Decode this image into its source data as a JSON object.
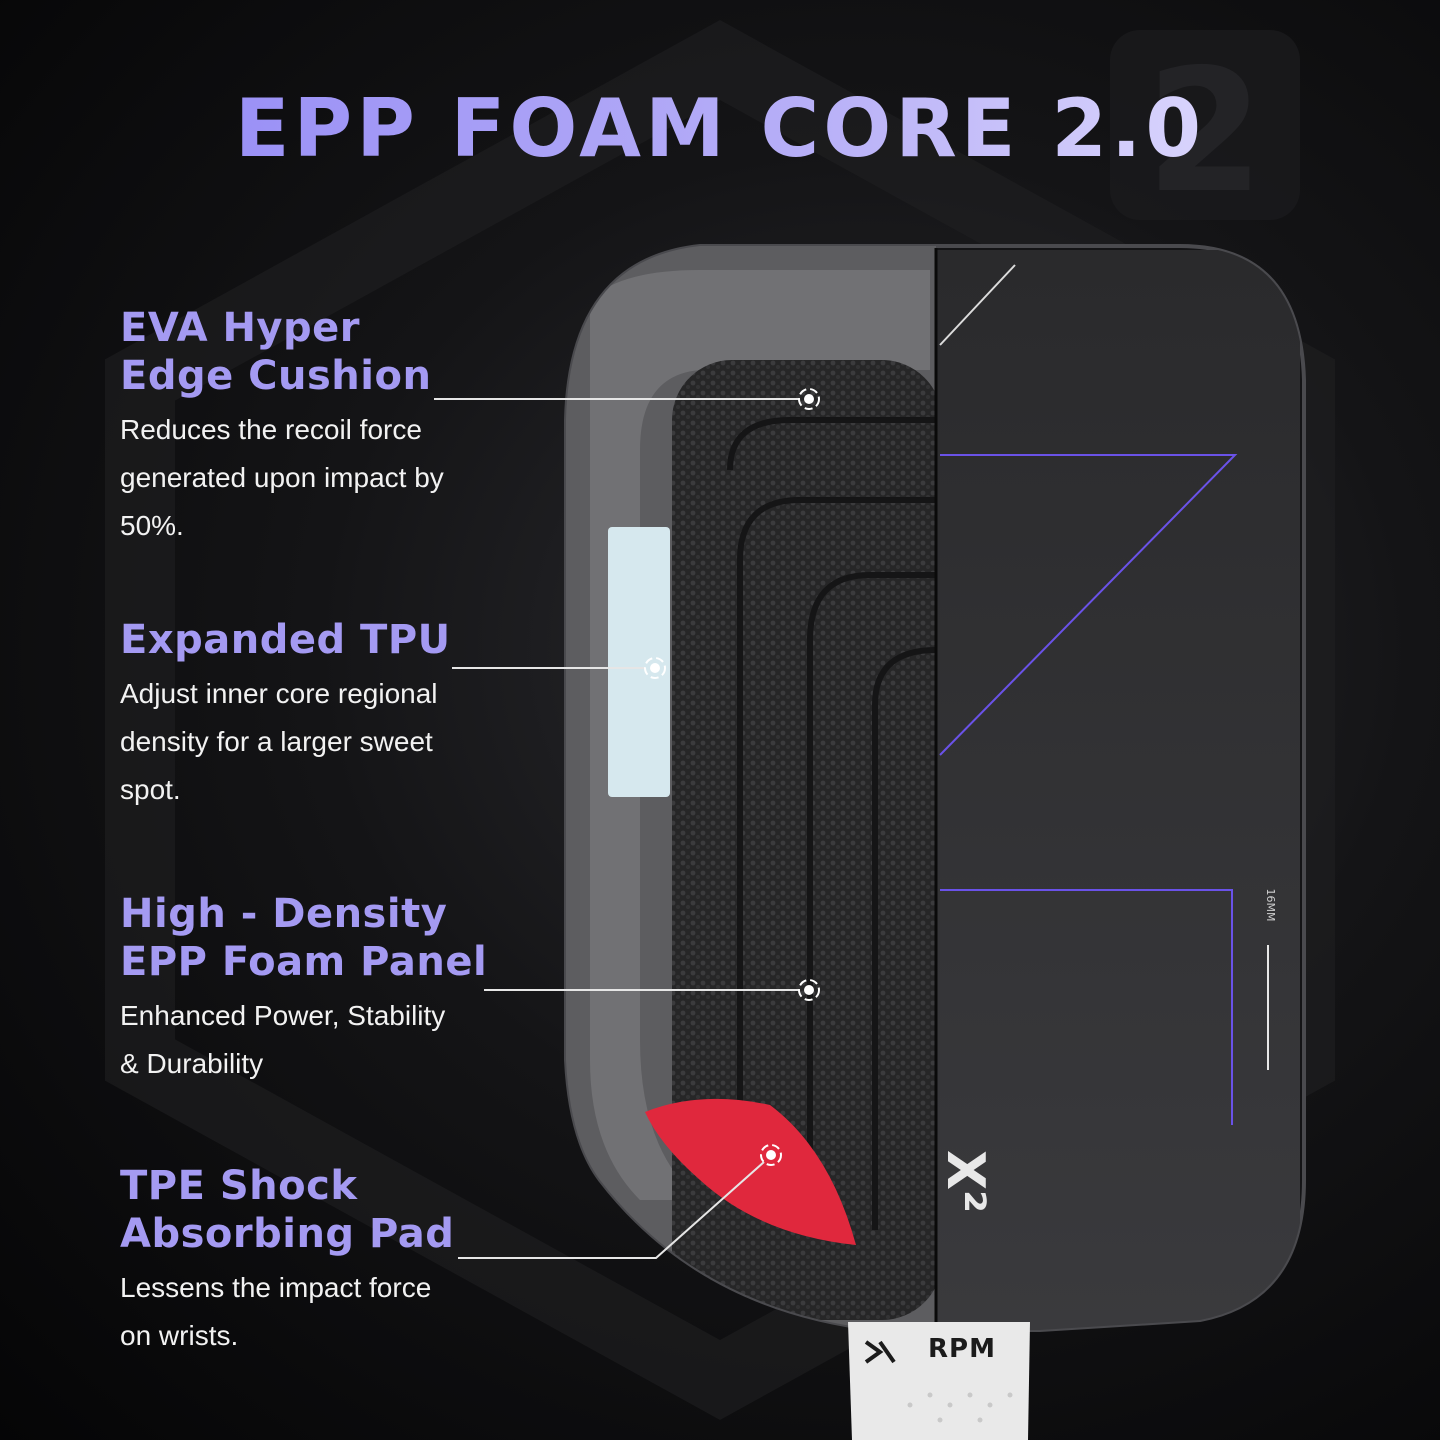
{
  "headline": "EPP FOAM CORE 2.0",
  "features": [
    {
      "title_lines": [
        "EVA Hyper",
        "Edge Cushion"
      ],
      "description_lines": [
        "Reduces the recoil force",
        "generated upon impact by",
        "50%."
      ]
    },
    {
      "title_lines": [
        "Expanded TPU"
      ],
      "description_lines": [
        "Adjust inner core regional",
        "density for a larger sweet",
        "spot."
      ]
    },
    {
      "title_lines": [
        "High - Density",
        "EPP Foam Panel"
      ],
      "description_lines": [
        "Enhanced Power, Stability",
        "& Durability"
      ]
    },
    {
      "title_lines": [
        "TPE Shock",
        "Absorbing Pad"
      ],
      "description_lines": [
        "Lessens the impact force",
        "on wrists."
      ]
    }
  ],
  "paddle": {
    "grip_brand": "RPM",
    "thickness_label": "16MM",
    "model_mark": "X²"
  },
  "colors": {
    "accent": "#a49af2",
    "accent_line": "#6a52e8",
    "tpe_pad": "#e0283d",
    "background": "#0b0b0c"
  },
  "icons": [
    "callout-dot-icon",
    "rpm-logo-icon"
  ]
}
